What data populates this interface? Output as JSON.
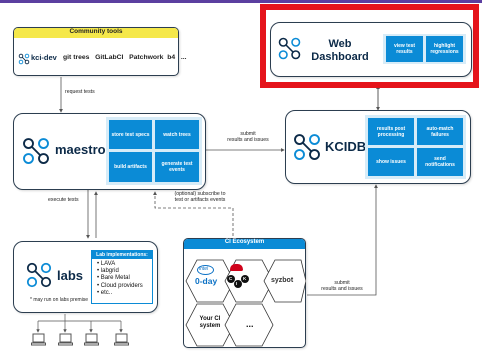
{
  "community_tools": {
    "title": "Community tools",
    "kci_dev": "kci-dev",
    "tools": "git trees   GitLabCI   Patchwork  b4   ..."
  },
  "web_dashboard": {
    "name_line1": "Web",
    "name_line2": "Dashboard",
    "tiles": [
      "view test results",
      "highlight regressions"
    ]
  },
  "maestro": {
    "name": "maestro",
    "tiles": [
      "store test specs",
      "watch trees",
      "build artifacts",
      "generate test events"
    ]
  },
  "kcidb": {
    "name": "KCIDB",
    "tiles": [
      "results post processing",
      "auto-match failures",
      "show issues",
      "send notifications"
    ]
  },
  "labs": {
    "name": "labs",
    "implementations_title": "Lab implementations:",
    "implementations": [
      "LAVA",
      "labgrid",
      "Bare Metal",
      "Cloud providers",
      "etc.."
    ],
    "note": "* may run on labs premise"
  },
  "ci_ecosystem": {
    "title": "CI Ecosystem",
    "items": [
      "0-day",
      "syzbot",
      "Your CI system",
      "..."
    ],
    "intel_label": "intel",
    "cki_letters": [
      "C",
      "K",
      "I"
    ]
  },
  "edges": {
    "request_tests": "request tests",
    "submit_results_1": "submit\nresults and issues",
    "execute_tests": "execute tests",
    "subscribe": "(optional) subscribe to\ntest or artifacts events",
    "submit_results_2": "submit\nresults and issues"
  },
  "colors": {
    "tile_blue": "#0b8bd6",
    "header_yellow": "#f5e84a",
    "highlight_red": "#e5141b",
    "accent_purple": "#5b3fa0",
    "navy": "#0c2a48"
  }
}
